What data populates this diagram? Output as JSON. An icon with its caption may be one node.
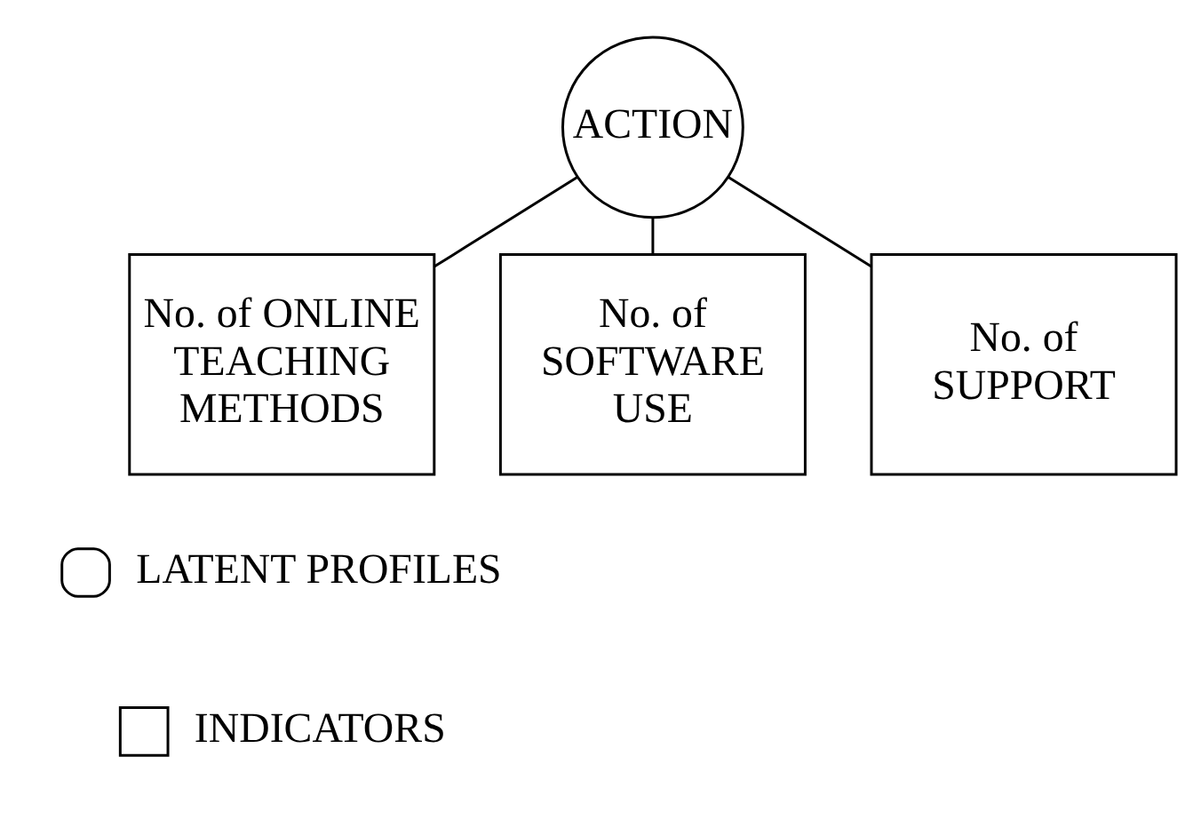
{
  "diagram": {
    "nodes": [
      {
        "text": [
          "ACTION"
        ]
      },
      {
        "text": [
          "No. of ONLINE TEACHING METHODS"
        ]
      },
      {
        "text": [
          "No. of SOFTWARE USE"
        ]
      },
      {
        "text": [
          "No. of SUPPORT"
        ]
      }
    ],
    "edges": [
      {
        "from": 0,
        "to": 1,
        "arrow": "none"
      },
      {
        "from": 0,
        "to": 2,
        "arrow": "none"
      },
      {
        "from": 0,
        "to": 3,
        "arrow": "none"
      }
    ],
    "legend": [
      {
        "text": "LATENT PROFILES"
      },
      {
        "text": "INDICATORS"
      }
    ]
  }
}
